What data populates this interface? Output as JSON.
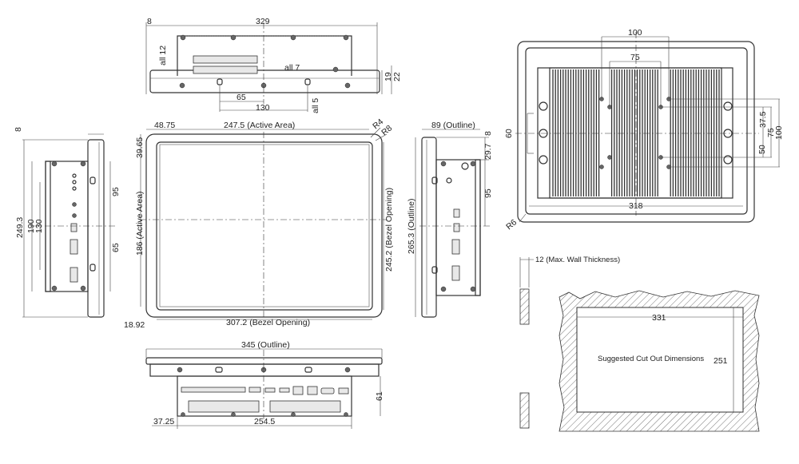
{
  "top_view": {
    "width": "329",
    "offset": "8",
    "all12": "all 12",
    "all7": "all 7",
    "all5": "all 5",
    "d19": "19",
    "d22": "22",
    "d65": "65",
    "d130": "130"
  },
  "front_view": {
    "d48": "48.75",
    "active_w": "247.5 (Active Area)",
    "d39": "39.65",
    "active_h": "186 (Active Area)",
    "bezel_h": "245.2 (Bezel Opening)",
    "bezel_w": "307.2 (Bezel Opening)",
    "d18": "18.92",
    "r4": "R4",
    "r8": "R8"
  },
  "left_view": {
    "d8": "8",
    "d249": "249.3",
    "d190": "190",
    "d130": "130",
    "d95": "95",
    "d65": "65"
  },
  "right_view": {
    "outline_w": "89 (Outline)",
    "d8": "8",
    "d29": "29.7",
    "d95": "95",
    "outline_h": "265.3 (Outline)"
  },
  "bottom_view": {
    "outline": "345 (Outline)",
    "d61": "61",
    "d37": "37.25",
    "d254": "254.5"
  },
  "rear_view": {
    "d100": "100",
    "d75": "75",
    "d60": "60",
    "d37": "37.5",
    "d75v": "75",
    "d100v": "100",
    "d50": "50",
    "d318": "318",
    "r6": "R6"
  },
  "cutout": {
    "wall": "12 (Max. Wall Thickness)",
    "width": "331",
    "height": "251",
    "label": "Suggested Cut Out Dimensions"
  }
}
